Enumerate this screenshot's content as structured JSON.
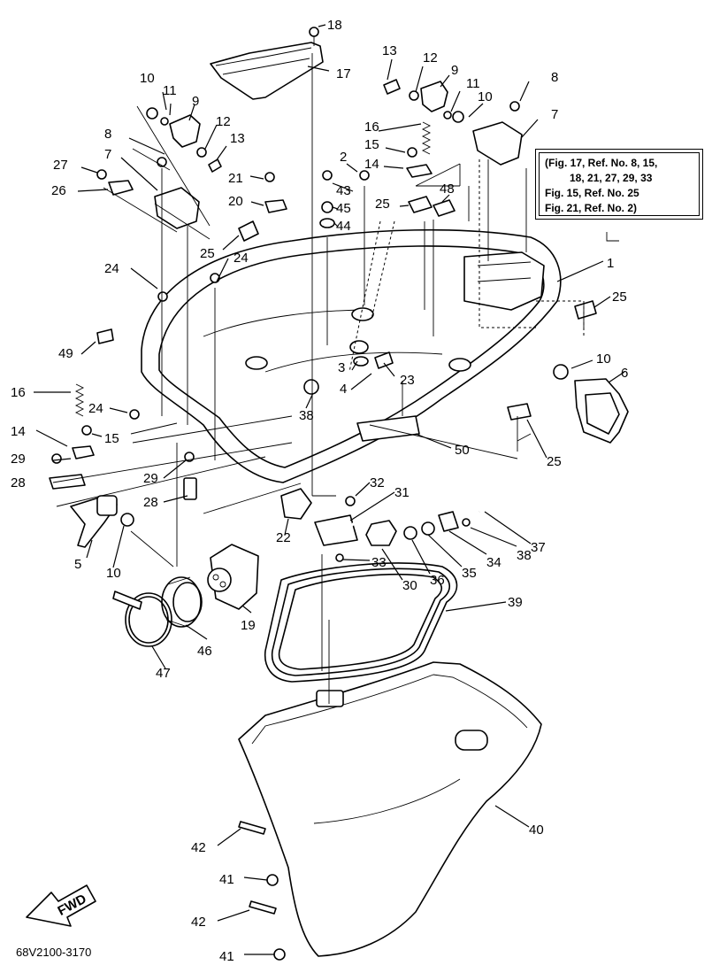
{
  "diagram_code": "68V2100-3170",
  "fwd_label": "FWD",
  "note_lines": [
    "(Fig. 17, Ref. No. 8, 15,",
    "18, 21, 27, 29, 33",
    "Fig. 15, Ref. No. 25",
    "Fig. 21, Ref. No. 2)"
  ],
  "callouts": [
    "18",
    "17",
    "13",
    "12",
    "9",
    "11",
    "10",
    "8",
    "7",
    "10",
    "11",
    "9",
    "12",
    "13",
    "8",
    "7",
    "27",
    "26",
    "16",
    "15",
    "14",
    "2",
    "43",
    "45",
    "44",
    "21",
    "20",
    "25",
    "48",
    "25",
    "24",
    "24",
    "1",
    "25",
    "49",
    "10",
    "6",
    "16",
    "24",
    "15",
    "14",
    "3",
    "4",
    "23",
    "38",
    "29",
    "28",
    "50",
    "25",
    "29",
    "28",
    "5",
    "10",
    "32",
    "31",
    "22",
    "33",
    "37",
    "38",
    "34",
    "35",
    "36",
    "30",
    "19",
    "46",
    "47",
    "39",
    "40",
    "42",
    "41",
    "42",
    "41"
  ]
}
